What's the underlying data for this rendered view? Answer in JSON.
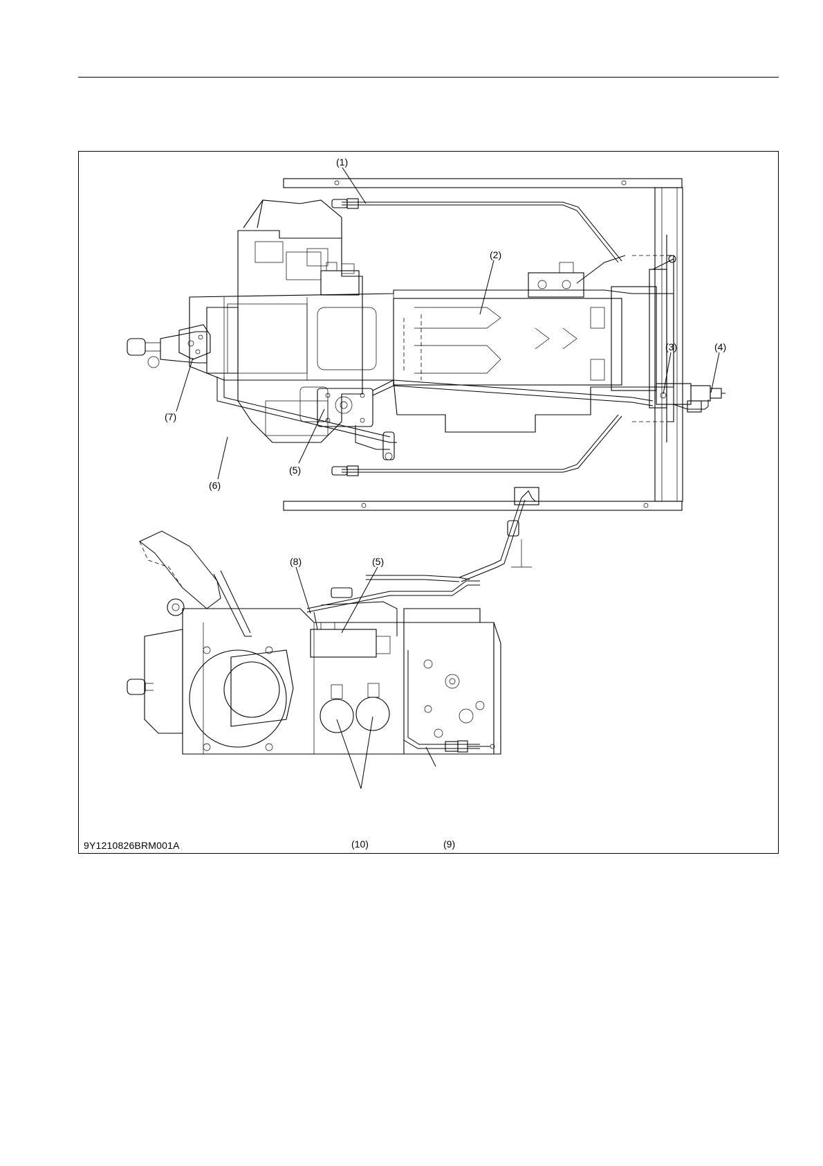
{
  "figure": {
    "id": "9Y1210826BRM001A",
    "callouts": {
      "c1": "(1)",
      "c2": "(2)",
      "c3": "(3)",
      "c4": "(4)",
      "c5_top": "(5)",
      "c6": "(6)",
      "c7": "(7)",
      "c8": "(8)",
      "c5_bottom": "(5)",
      "c9": "(9)",
      "c10": "(10)"
    }
  }
}
